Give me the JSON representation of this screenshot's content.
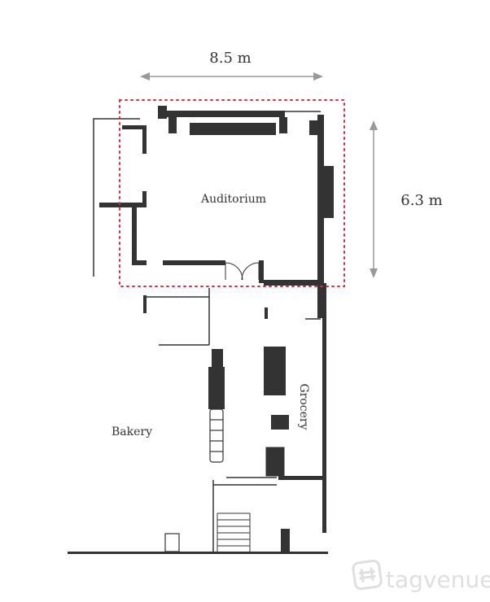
{
  "dimensions": {
    "width_label": "8.5 m",
    "height_label": "6.3 m"
  },
  "rooms": {
    "auditorium": "Auditorium",
    "bakery": "Bakery",
    "grocery": "Grocery"
  },
  "watermark": {
    "text": "tagvenue"
  },
  "colors": {
    "wall": "#333333",
    "highlight": "#d6303f",
    "dimension": "#999999",
    "watermark": "#dcdcdc"
  }
}
